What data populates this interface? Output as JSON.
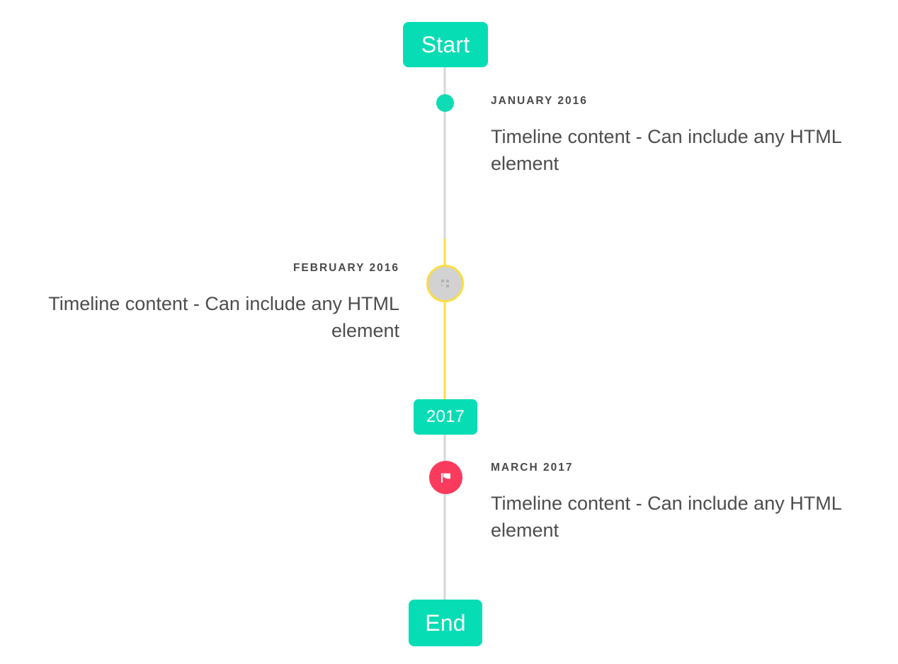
{
  "colors": {
    "accent_teal": "#06ddb5",
    "marker_teal": "#0ddcb4",
    "line_yellow": "#fbdd45",
    "line_gray": "#d6d6d6",
    "marker_gray": "#d2d2d2",
    "marker_pink": "#fb3b5e",
    "text_dark": "#4a4a4a",
    "text_body": "#4d4d4d",
    "badge_text": "#ffffff",
    "background": "#ffffff"
  },
  "badges": {
    "start": "Start",
    "year_divider": "2017",
    "end": "End"
  },
  "entries": [
    {
      "date": "January 2016",
      "body": "Timeline content - Can include any HTML element",
      "side": "right",
      "marker_icon": "dot-icon",
      "marker_color": "#0ddcb4"
    },
    {
      "date": "February 2016",
      "body": "Timeline content - Can include any HTML element",
      "side": "left",
      "marker_icon": "broken-image-icon",
      "marker_color": "#d2d2d2"
    },
    {
      "date": "March 2017",
      "body": "Timeline content - Can include any HTML element",
      "side": "right",
      "marker_icon": "flag-icon",
      "marker_color": "#fb3b5e"
    }
  ]
}
